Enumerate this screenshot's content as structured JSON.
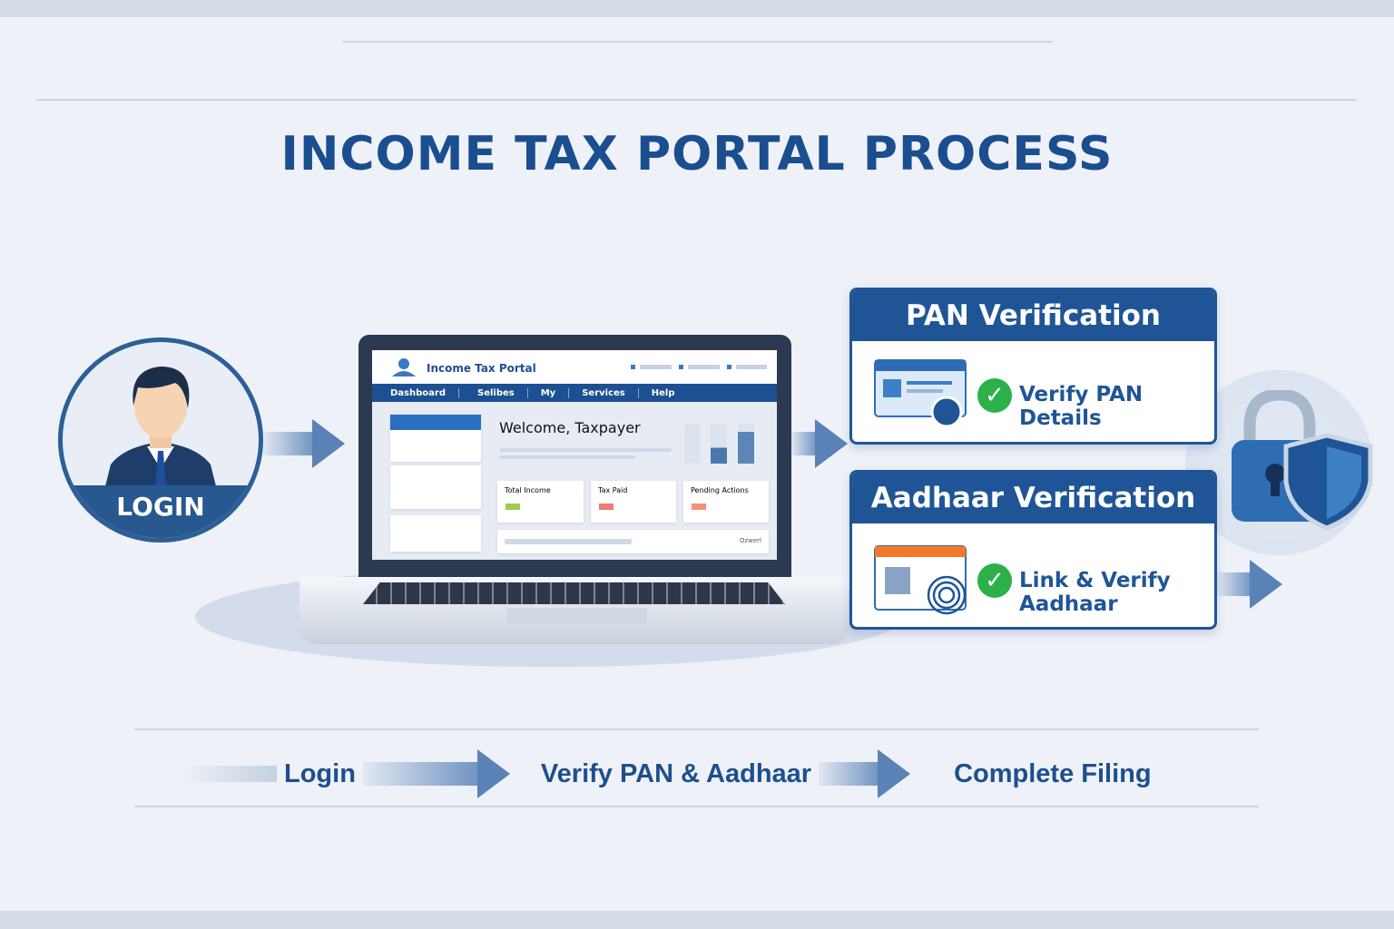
{
  "title": "INCOME TAX PORTAL PROCESS",
  "login_badge": "LOGIN",
  "portal": {
    "name": "Income Tax Portal",
    "nav": [
      "Dashboard",
      "Selibes",
      "My",
      "Services",
      "Help"
    ],
    "welcome": "Welcome, Taxpayer",
    "cards": [
      {
        "label": "Total Income",
        "color": "#9ccc55"
      },
      {
        "label": "Tax Paid",
        "color": "#ef7b74"
      },
      {
        "label": "Pending Actions",
        "color": "#f3907a"
      }
    ],
    "footer_link": "Ozwerl"
  },
  "pan": {
    "header": "PAN Verification",
    "text": "Verify PAN Details"
  },
  "aadhaar": {
    "header": "Aadhaar Verification",
    "text": "Link & Verify Aadhaar"
  },
  "steps": [
    "Login",
    "Verify PAN & Aadhaar",
    "Complete Filing"
  ],
  "icons": [
    "user-avatar-icon",
    "laptop-icon",
    "pan-card-icon",
    "check-icon",
    "aadhaar-card-icon",
    "fingerprint-icon",
    "padlock-shield-icon",
    "arrow-right-icon"
  ],
  "colors": {
    "primary": "#1f5597",
    "success": "#2bb04a",
    "background": "#eef1f7"
  }
}
